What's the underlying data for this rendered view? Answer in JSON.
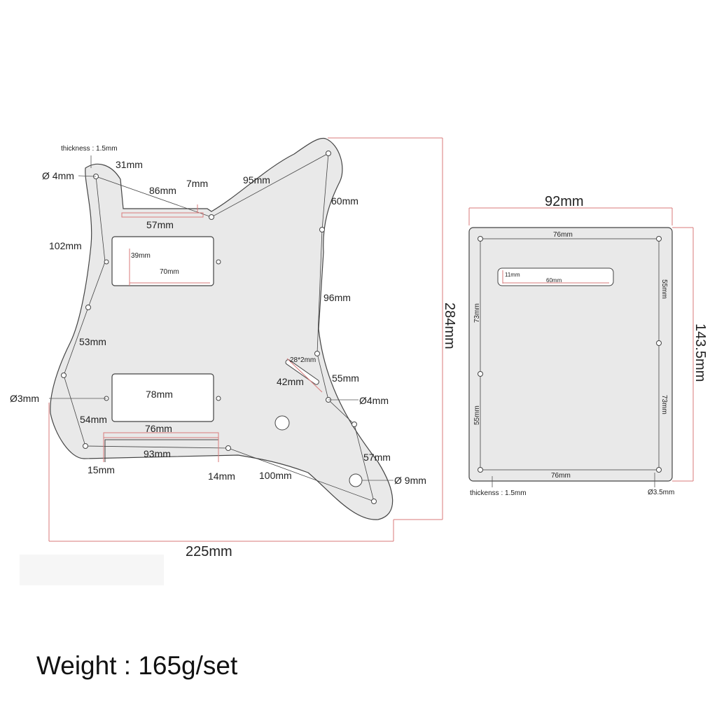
{
  "colors": {
    "dimension_line": "#d97a7a",
    "plate_fill": "#e9e9e9",
    "outline": "#444444",
    "text": "#222222"
  },
  "pickguard": {
    "thickness": "thickness : 1.5mm",
    "hole_top_left": "Ø 4mm",
    "neck_cut_width": "31mm",
    "neck_cut_depth": "7mm",
    "neck_edge_span": "86mm",
    "neck_cut_length": "57mm",
    "top_span": "95mm",
    "horn_drop": "60mm",
    "left_height": "102mm",
    "neck_pickup_height": "39mm",
    "neck_pickup_width": "70mm",
    "right_span": "96mm",
    "left_lower": "53mm",
    "switch_slot": "28*2mm",
    "switch_span": "42mm",
    "switch_to_hole": "55mm",
    "hole_right": "Ø4mm",
    "hole_left": "Ø3mm",
    "bridge_pickup_width": "78mm",
    "left_bottom": "54mm",
    "bottom_cut_width": "76mm",
    "bottom_cut_span": "93mm",
    "bottom_cut_left": "15mm",
    "bottom_cut_right": "14mm",
    "bottom_edge_span": "100mm",
    "lower_right_span": "57mm",
    "jack_hole": "Ø 9mm",
    "overall_height": "284mm",
    "overall_width": "225mm"
  },
  "backplate": {
    "overall_width": "92mm",
    "overall_height": "143.5mm",
    "top_span": "76mm",
    "bottom_span": "76mm",
    "slot_height": "11mm",
    "slot_width": "60mm",
    "left_upper": "73mm",
    "left_lower": "55mm",
    "right_upper": "55mm",
    "right_lower": "73mm",
    "thickness": "thickenss : 1.5mm",
    "hole": "Ø3.5mm"
  },
  "weight_text": "Weight : 165g/set"
}
